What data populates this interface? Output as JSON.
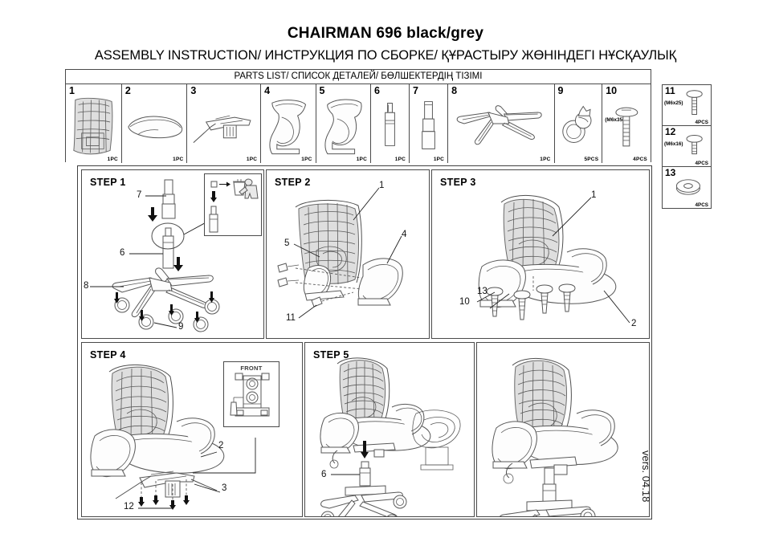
{
  "document": {
    "title": "CHAIRMAN 696 black/grey",
    "subtitle": "ASSEMBLY INSTRUCTION/ ИНСТРУКЦИЯ ПО СБОРКЕ/ ҚҰРАСТЫРУ ЖӨНІНДЕГІ НҰСҚАУЛЫҚ",
    "version": "vers. 04.18"
  },
  "parts_list": {
    "header": "PARTS LIST/ СПИСОК ДЕТАЛЕЙ/ БӨЛШЕКТЕРДІҢ ТІЗІМІ",
    "items": [
      {
        "number": "1",
        "qty": "1PC",
        "spec": "",
        "icon": "chair-back-mesh-icon"
      },
      {
        "number": "2",
        "qty": "1PC",
        "spec": "",
        "icon": "seat-cushion-icon"
      },
      {
        "number": "3",
        "qty": "1PC",
        "spec": "",
        "icon": "tilt-mechanism-icon"
      },
      {
        "number": "4",
        "qty": "1PC",
        "spec": "",
        "icon": "armrest-right-icon"
      },
      {
        "number": "5",
        "qty": "1PC",
        "spec": "",
        "icon": "armrest-left-icon"
      },
      {
        "number": "6",
        "qty": "1PC",
        "spec": "",
        "icon": "gas-lift-cylinder-icon"
      },
      {
        "number": "7",
        "qty": "1PC",
        "spec": "",
        "icon": "cylinder-cover-icon"
      },
      {
        "number": "8",
        "qty": "1PC",
        "spec": "",
        "icon": "five-star-base-icon"
      },
      {
        "number": "9",
        "qty": "5PCS",
        "spec": "",
        "icon": "caster-wheel-icon"
      },
      {
        "number": "10",
        "qty": "4PCS",
        "spec": "(M6x35)",
        "icon": "bolt-icon"
      }
    ],
    "items_right": [
      {
        "number": "11",
        "qty": "4PCS",
        "spec": "(M6x25)",
        "icon": "bolt-icon"
      },
      {
        "number": "12",
        "qty": "4PCS",
        "spec": "(M6x16)",
        "icon": "bolt-short-icon"
      },
      {
        "number": "13",
        "qty": "4PCS",
        "spec": "",
        "icon": "washer-icon"
      }
    ]
  },
  "steps": [
    {
      "label": "STEP 1",
      "callouts": [
        "7",
        "6",
        "8",
        "9"
      ],
      "inset": {
        "label": "",
        "icon": "discard-packaging-icon"
      }
    },
    {
      "label": "STEP 2",
      "callouts": [
        "1",
        "5",
        "4",
        "11"
      ]
    },
    {
      "label": "STEP 3",
      "callouts": [
        "1",
        "13",
        "10",
        "2"
      ]
    },
    {
      "label": "STEP 4",
      "callouts": [
        "2",
        "3",
        "12"
      ],
      "inset": {
        "label": "FRONT",
        "icon": "mechanism-orientation-icon"
      }
    },
    {
      "label": "STEP 5",
      "callouts": [
        "6"
      ]
    },
    {
      "label": "",
      "callouts": [],
      "icon": "finished-chair-icon"
    }
  ],
  "colors": {
    "line": "#4f4f4f",
    "frame": "#4a4a4a",
    "mesh_fill": "#dedede",
    "text": "#000000"
  }
}
